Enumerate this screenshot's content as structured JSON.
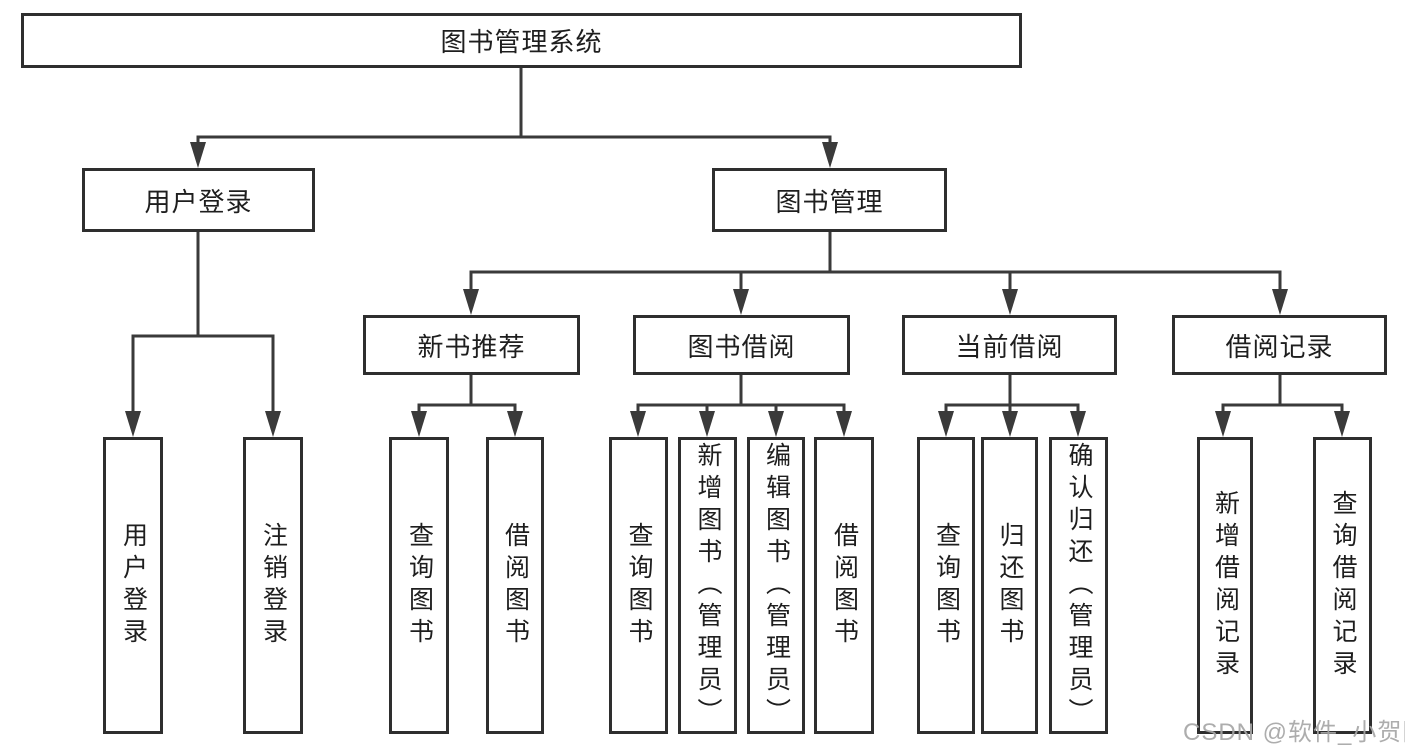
{
  "diagram": {
    "root": {
      "label": "图书管理系统"
    },
    "branches": [
      {
        "label": "用户登录",
        "children": [
          {
            "label": "用户登录"
          },
          {
            "label": "注销登录"
          }
        ]
      },
      {
        "label": "图书管理",
        "children": [
          {
            "label": "新书推荐",
            "children": [
              {
                "label": "查询图书"
              },
              {
                "label": "借阅图书"
              }
            ]
          },
          {
            "label": "图书借阅",
            "children": [
              {
                "label": "查询图书"
              },
              {
                "label": "新增图书（管理员）"
              },
              {
                "label": "编辑图书（管理员）"
              },
              {
                "label": "借阅图书"
              }
            ]
          },
          {
            "label": "当前借阅",
            "children": [
              {
                "label": "查询图书"
              },
              {
                "label": "归还图书"
              },
              {
                "label": "确认归还（管理员）"
              }
            ]
          },
          {
            "label": "借阅记录",
            "children": [
              {
                "label": "新增借阅记录"
              },
              {
                "label": "查询借阅记录"
              }
            ]
          }
        ]
      }
    ]
  },
  "watermark": {
    "text": "CSDN @软件_小贺同学",
    "color": "#a7a7a7"
  },
  "colors": {
    "line": "#3a3a3a",
    "box_border": "#2e2e2e",
    "text": "#1e1e1e",
    "background": "#ffffff"
  }
}
